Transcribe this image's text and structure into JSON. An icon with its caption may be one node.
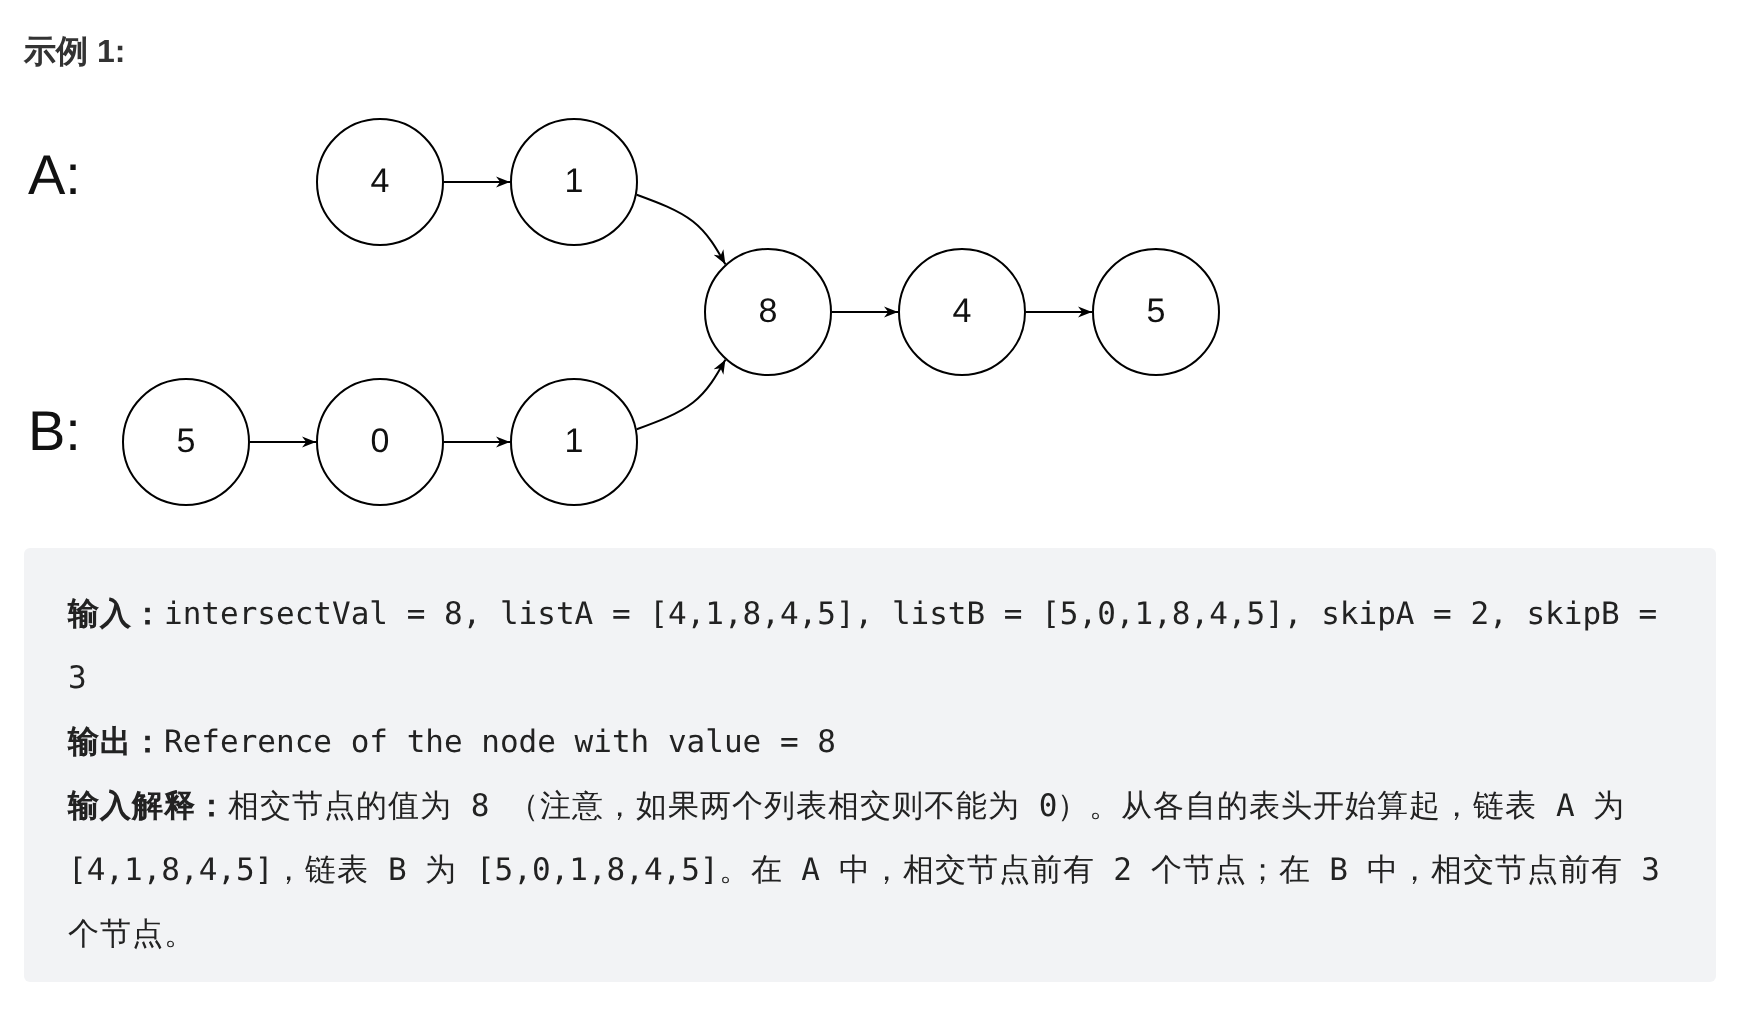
{
  "diagram": {
    "title": "示例 1:",
    "nodes": [
      {
        "text": [
          "4"
        ]
      },
      {
        "text": [
          "1"
        ]
      },
      {
        "text": [
          "8"
        ]
      },
      {
        "text": [
          "4"
        ]
      },
      {
        "text": [
          "5"
        ]
      },
      {
        "text": [
          "5"
        ]
      },
      {
        "text": [
          "0"
        ]
      },
      {
        "text": [
          "1"
        ]
      }
    ],
    "edges": [
      {
        "from": 0,
        "to": 1,
        "arrow": "to"
      },
      {
        "from": 1,
        "to": 2,
        "arrow": "to"
      },
      {
        "from": 2,
        "to": 3,
        "arrow": "to"
      },
      {
        "from": 3,
        "to": 4,
        "arrow": "to"
      },
      {
        "from": 5,
        "to": 6,
        "arrow": "to"
      },
      {
        "from": 6,
        "to": 7,
        "arrow": "to"
      },
      {
        "from": 7,
        "to": 2,
        "arrow": "to"
      }
    ],
    "labels": [
      "A:",
      "B:",
      "**输入：**intersectVal = 8, listA = [4,1,8,4,5], listB = [5,0,1,8,4,5], skipA = 2, skipB = 3",
      "**输出：**Reference of the node with value = 8",
      "**输入解释：**相交节点的值为 8 （注意，如果两个列表相交则不能为 0）。从各自的表头开始算起，链表 A 为 [4,1,8,4,5]，链表 B 为 [5,0,1,8,4,5]。在 A 中，相交节点前有 2 个节点；在 B 中，相交节点前有 3 个节点。"
    ]
  }
}
